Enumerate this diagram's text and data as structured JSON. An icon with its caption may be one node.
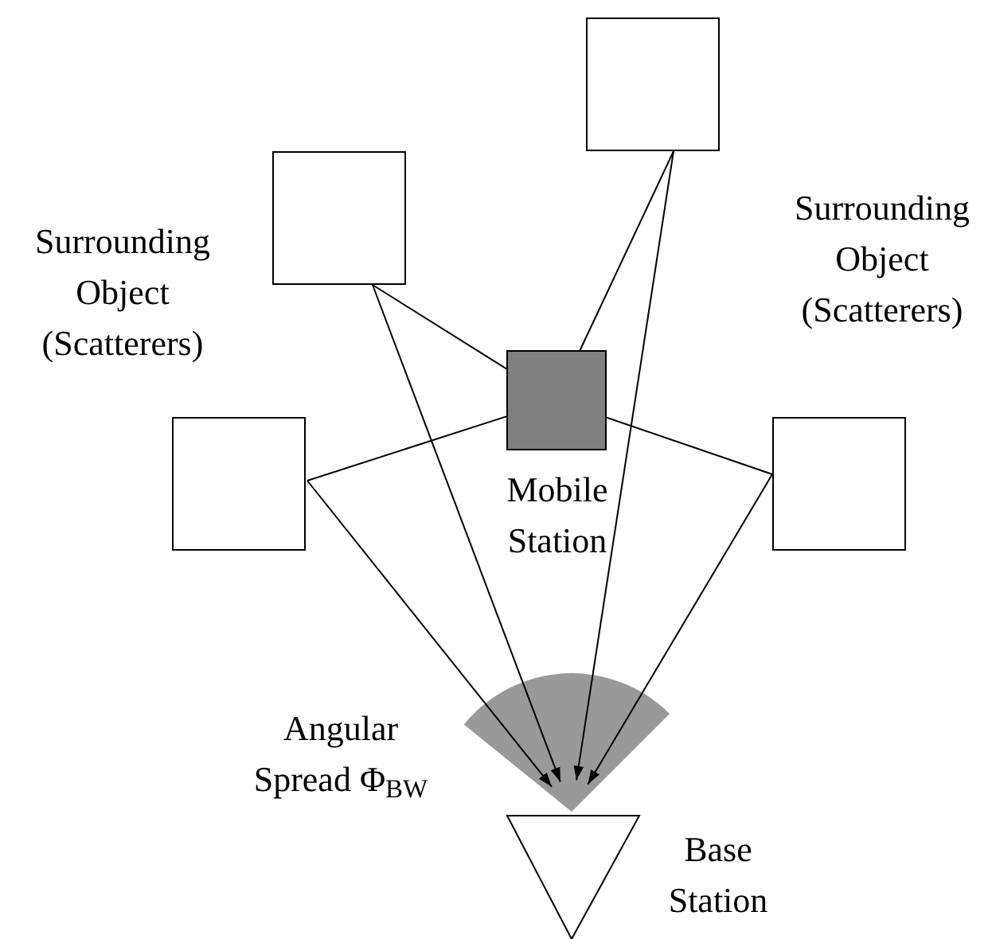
{
  "diagram": {
    "nodes": [
      {
        "text": [],
        "shape": "box"
      },
      {
        "text": [],
        "shape": "box"
      },
      {
        "text": [],
        "shape": "box",
        "beside": [
          "Mobile Station"
        ]
      },
      {
        "text": [],
        "shape": "box"
      },
      {
        "text": [],
        "shape": "box"
      },
      {
        "text": [],
        "shape": "triangle",
        "beside": [
          "Base Station"
        ]
      }
    ],
    "edges": [
      {
        "from": 1,
        "to": 2,
        "arrow": "none"
      },
      {
        "from": 0,
        "to": 2,
        "arrow": "none"
      },
      {
        "from": 3,
        "to": 2,
        "arrow": "none"
      },
      {
        "from": 4,
        "to": 2,
        "arrow": "none"
      },
      {
        "from": 3,
        "to": 5,
        "arrow": "to"
      },
      {
        "from": 1,
        "to": 5,
        "arrow": "to"
      },
      {
        "from": 0,
        "to": 5,
        "arrow": "to"
      },
      {
        "from": 4,
        "to": 5,
        "arrow": "to"
      }
    ],
    "labels": [
      "Surrounding Object (Scatterers)",
      "Surrounding Object (Scatterers)",
      "Angular Spread Φ$_{BW}$"
    ]
  }
}
